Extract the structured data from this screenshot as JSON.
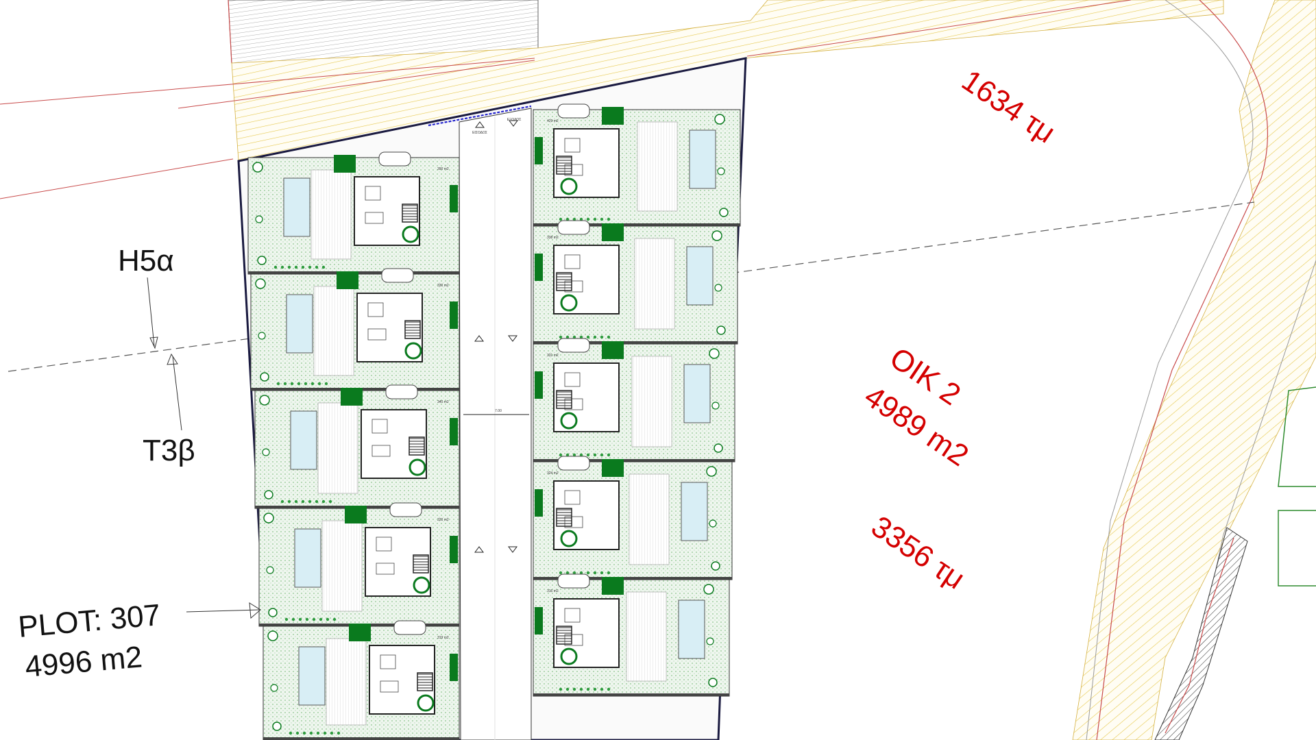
{
  "title": "Site plan - Plot 307",
  "colors": {
    "accent_red": "#d40000",
    "hatch_yellow": "#e6c84a",
    "plot_border": "#1a1a40",
    "green_block": "#0a7a1e",
    "garden_green": "#dff0df"
  },
  "zones": {
    "upper": "H5α",
    "lower": "T3β"
  },
  "plot": {
    "label": "PLOT: 307",
    "area": "4996 m2"
  },
  "neighbor": {
    "name": "OIK 2",
    "area": "4989 m2",
    "upper_area": "1634 τμ",
    "lower_area": "3356 τμ"
  },
  "road": {
    "entry_label": "ΕΙΣΟΔΟΣ",
    "exit_label": "ΕΞΟΔΟΣ",
    "width_label": "7.00"
  },
  "left_units": [
    "390 m2",
    "330 m2",
    "340 m2",
    "320 m2",
    "319 m2"
  ],
  "right_units": [
    "429 m2",
    "338 m2",
    "331 m2",
    "324 m2",
    "316 m2"
  ]
}
